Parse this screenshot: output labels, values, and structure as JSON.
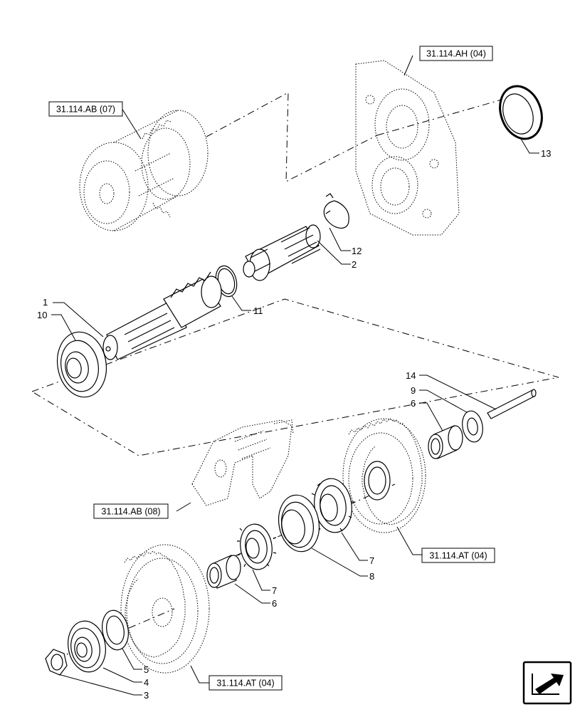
{
  "references": {
    "ref_ah_04": "31.114.AH (04)",
    "ref_ab_07": "31.114.AB (07)",
    "ref_ab_08": "31.114.AB (08)",
    "ref_at_04_upper": "31.114.AT (04)",
    "ref_at_04_lower": "31.114.AT (04)"
  },
  "callouts": {
    "c1": "1",
    "c2": "2",
    "c3": "3",
    "c4": "4",
    "c5": "5",
    "c6a": "6",
    "c6b": "6",
    "c7a": "7",
    "c7b": "7",
    "c8": "8",
    "c9": "9",
    "c10": "10",
    "c11": "11",
    "c12": "12",
    "c13": "13",
    "c14": "14"
  },
  "icons": {
    "nav": "next-page-arrow-icon"
  }
}
